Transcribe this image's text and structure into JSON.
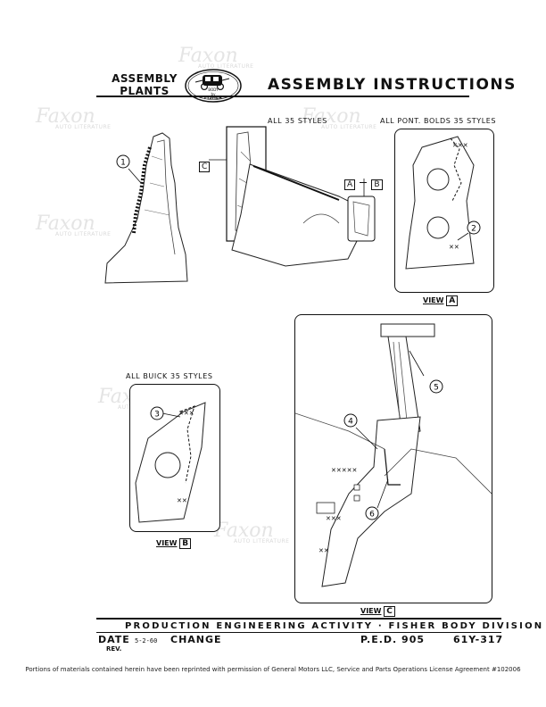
{
  "header": {
    "left_line1": "ASSEMBLY",
    "left_line2": "PLANTS",
    "logo_text_top": "BODY",
    "logo_text_mid": "by",
    "logo_text_bottom": "FISHER",
    "title": "ASSEMBLY INSTRUCTIONS"
  },
  "watermark": {
    "brand": "Faxon",
    "sub": "AUTO LITERATURE"
  },
  "figures": {
    "top_center_caption": "ALL 35 STYLES",
    "top_right_caption": "ALL PONT. BOLDS 35 STYLES",
    "mid_left_caption": "ALL BUICK 35 STYLES",
    "ref_c": "C",
    "ref_a": "A",
    "ref_b": "B",
    "callouts": [
      "1",
      "2",
      "3",
      "4",
      "5",
      "6"
    ],
    "view_word": "VIEW",
    "view_a": "A",
    "view_b": "B",
    "view_c": "C"
  },
  "footer": {
    "production_line": "PRODUCTION ENGINEERING ACTIVITY · FISHER BODY DIVISION",
    "date_label": "DATE",
    "date_value": "5-2-60",
    "rev_label": "REV.",
    "change_label": "CHANGE",
    "ped_label": "P.E.D. 905",
    "doc_number": "61Y-317"
  },
  "disclaimer": "Portions of materials contained herein have been reprinted with permission of General Motors LLC, Service and Parts Operations License Agreement #102006"
}
